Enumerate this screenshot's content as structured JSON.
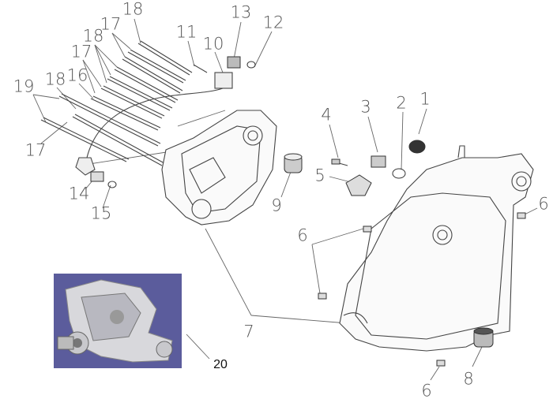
{
  "diagram": {
    "type": "exploded-parts-view",
    "callouts": [
      "18",
      "17",
      "18",
      "17",
      "16",
      "18",
      "19",
      "17",
      "11",
      "10",
      "13",
      "12",
      "14",
      "15",
      "9",
      "4",
      "3",
      "2",
      "1",
      "5",
      "6",
      "6",
      "7",
      "8",
      "6",
      "20"
    ]
  }
}
